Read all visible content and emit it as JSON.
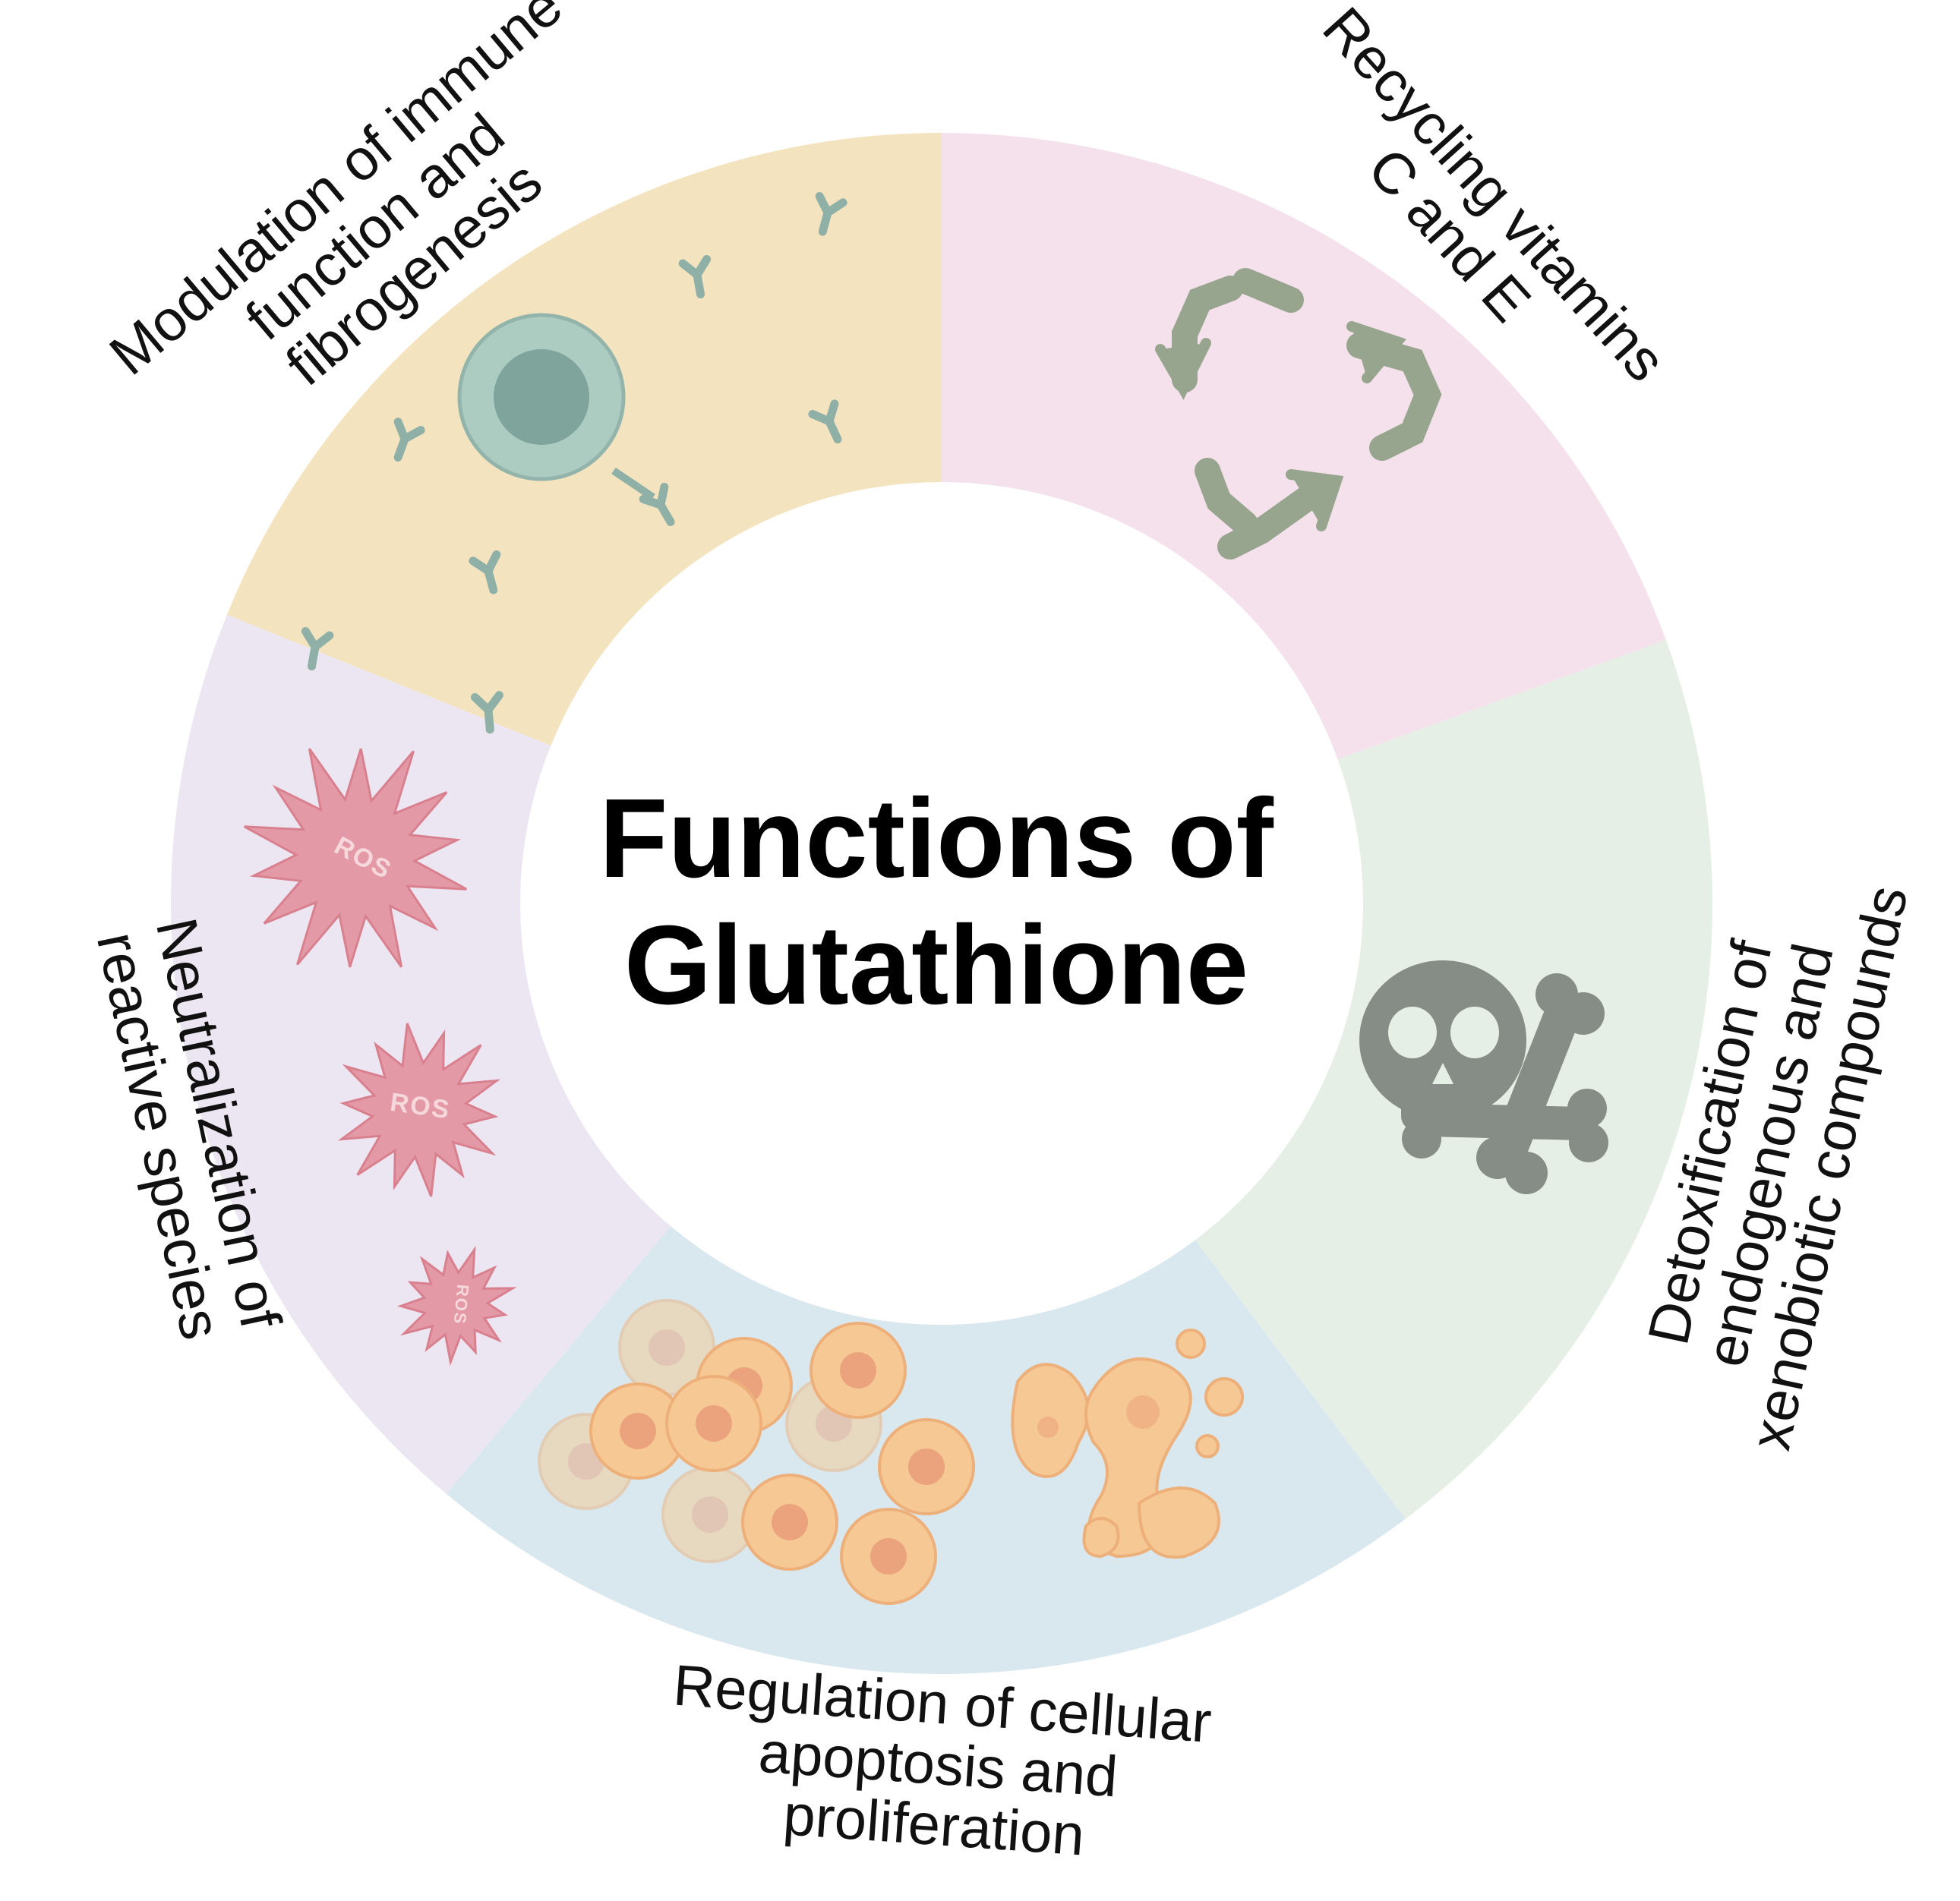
{
  "center": {
    "title_line1": "Functions of",
    "title_line2": "Glutathione"
  },
  "segments": [
    {
      "id": "immune",
      "label_lines": [
        "Modulation of immune",
        "function and",
        "fibrogenesis"
      ],
      "color": "#f4e3bf",
      "icon": "immune-cell-with-antibodies-icon"
    },
    {
      "id": "recycling",
      "label_lines": [
        "Recycling vitamins",
        "C and E"
      ],
      "color": "#f4e1ec",
      "icon": "recycling-arrows-icon"
    },
    {
      "id": "detox",
      "label_lines": [
        "Detoxification of",
        "endogenous and",
        "xenobiotic compounds"
      ],
      "color": "#e6efe5",
      "icon": "skull-crossbones-icon"
    },
    {
      "id": "apoptosis",
      "label_lines": [
        "Regulation of cellular",
        "apoptosis and",
        "proliferation"
      ],
      "color": "#d8e8ee",
      "icon": "cells-apoptosis-icon"
    },
    {
      "id": "ros",
      "label_lines": [
        "Neutralization of",
        "reactive species"
      ],
      "color": "#ece6f2",
      "icon": "ros-star-icon"
    }
  ],
  "icon_text": {
    "ros": "ROS"
  },
  "colors": {
    "antibody": "#8fb0a6",
    "cell_outer": "#a9c9c0",
    "cell_inner": "#7fa59c",
    "recycle_arrow": "#98a58e",
    "skull": "#858d86",
    "ros_star": "#e0939f",
    "cell_orange": "#f4c08c",
    "cell_nucleus": "#e9a27b"
  }
}
